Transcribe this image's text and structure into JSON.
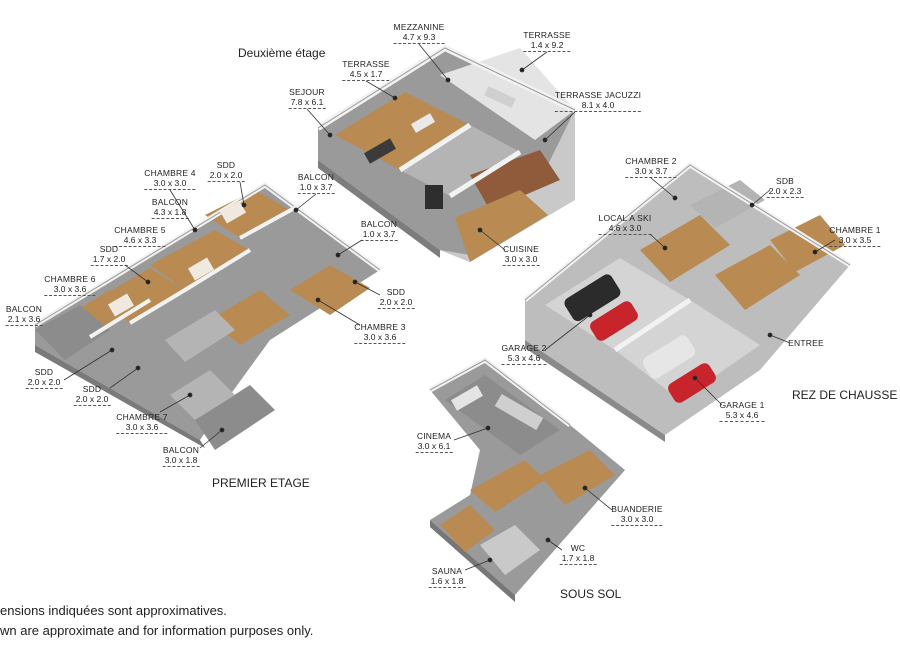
{
  "floors": {
    "deuxieme": "Deuxième étage",
    "premier": "PREMIER ETAGE",
    "rdc": "REZ DE CHAUSSE",
    "sous_sol": "SOUS SOL"
  },
  "rooms": {
    "mezzanine": {
      "name": "MEZZANINE",
      "dim": "4.7 x 9.3"
    },
    "terrasse_top": {
      "name": "TERRASSE",
      "dim": "1.4 x 9.2"
    },
    "terrasse_left": {
      "name": "TERRASSE",
      "dim": "4.5 x 1.7"
    },
    "sejour": {
      "name": "SEJOUR",
      "dim": "7.8 x 6.1"
    },
    "terrasse_jacuzzi": {
      "name": "TERRASSE JACUZZI",
      "dim": "8.1 x 4.0"
    },
    "cuisine": {
      "name": "CUISINE",
      "dim": "3.0 x 3.0"
    },
    "sdd_1": {
      "name": "SDD",
      "dim": "2.0 x 2.0"
    },
    "chambre_4": {
      "name": "CHAMBRE 4",
      "dim": "3.0 x 3.0"
    },
    "balcon_1": {
      "name": "BALCON",
      "dim": "1.0 x 3.7"
    },
    "balcon_2": {
      "name": "BALCON",
      "dim": "4.3 x 1.8"
    },
    "chambre_5": {
      "name": "CHAMBRE 5",
      "dim": "4.6 x 3.3"
    },
    "balcon_3": {
      "name": "BALCON",
      "dim": "1.0 x 3.7"
    },
    "sdd_2": {
      "name": "SDD",
      "dim": "1.7 x 2.0"
    },
    "chambre_6": {
      "name": "CHAMBRE 6",
      "dim": "3.0 x 3.6"
    },
    "sdd_3": {
      "name": "SDD",
      "dim": "2.0 x 2.0"
    },
    "balcon_4": {
      "name": "BALCON",
      "dim": "2.1 x 3.6"
    },
    "chambre_3": {
      "name": "CHAMBRE 3",
      "dim": "3.0 x 3.6"
    },
    "sdd_4": {
      "name": "SDD",
      "dim": "2.0 x 2.0"
    },
    "sdd_5": {
      "name": "SDD",
      "dim": "2.0 x 2.0"
    },
    "chambre_7": {
      "name": "CHAMBRE 7",
      "dim": "3.0 x 3.6"
    },
    "balcon_5": {
      "name": "BALCON",
      "dim": "3.0 x 1.8"
    },
    "chambre_2": {
      "name": "CHAMBRE 2",
      "dim": "3.0 x 3.7"
    },
    "sdb": {
      "name": "SDB",
      "dim": "2.0 x 2.3"
    },
    "local_ski": {
      "name": "LOCAL A SKI",
      "dim": "4.6 x 3.0"
    },
    "chambre_1": {
      "name": "CHAMBRE 1",
      "dim": "3.0 x 3.5"
    },
    "garage_2": {
      "name": "GARAGE 2",
      "dim": "5.3 x 4.6"
    },
    "entree": {
      "name": "ENTREE",
      "dim": ""
    },
    "garage_1": {
      "name": "GARAGE 1",
      "dim": "5.3 x 4.6"
    },
    "cinema": {
      "name": "CINEMA",
      "dim": "3.0 x 6.1"
    },
    "buanderie": {
      "name": "BUANDERIE",
      "dim": "3.0 x 3.0"
    },
    "wc": {
      "name": "WC",
      "dim": "1.7 x 1.8"
    },
    "sauna": {
      "name": "SAUNA",
      "dim": "1.6 x 1.8"
    }
  },
  "disclaimer": {
    "fr": "ensions indiquées sont approximatives.",
    "en": "wn are approximate and for information purposes only."
  },
  "colors": {
    "wall": "#f2f2f2",
    "wall_shade": "#c9c9c9",
    "wall_dark": "#9a9a9a",
    "floor_wood": "#b98a52",
    "floor_grey": "#b4b4b4",
    "floor_dark": "#8c8c8c",
    "car_red": "#c8242c",
    "car_black": "#2b2b2b",
    "car_white": "#e6e6e6"
  }
}
